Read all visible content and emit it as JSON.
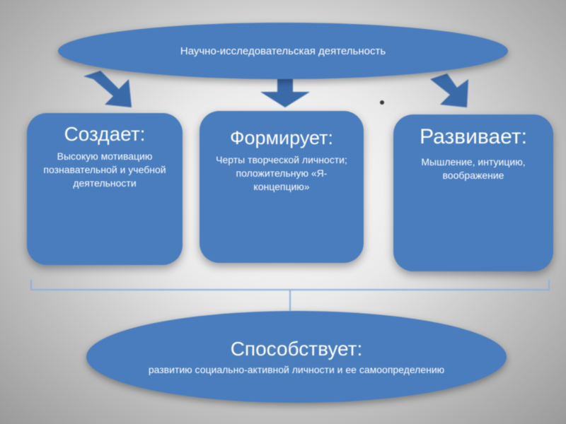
{
  "top": {
    "label": "Научно-исследовательская деятельность"
  },
  "boxes": [
    {
      "heading": "Создает:",
      "body": "Высокую мотивацию познавательной и учебной деятельности"
    },
    {
      "heading": "Формирует:",
      "body": "Черты творческой личности; положительную «Я-концепцию»"
    },
    {
      "heading": "Развивает:",
      "body": "Мышление, интуицию, воображение"
    }
  ],
  "bottom": {
    "heading": "Способствует:",
    "body": "развитию социально-активной личности и ее самоопределению"
  },
  "colors": {
    "shape_fill": "#4a7dbd",
    "arrow_fill": "#3a6aa8",
    "bracket": "#8fb0d8"
  }
}
